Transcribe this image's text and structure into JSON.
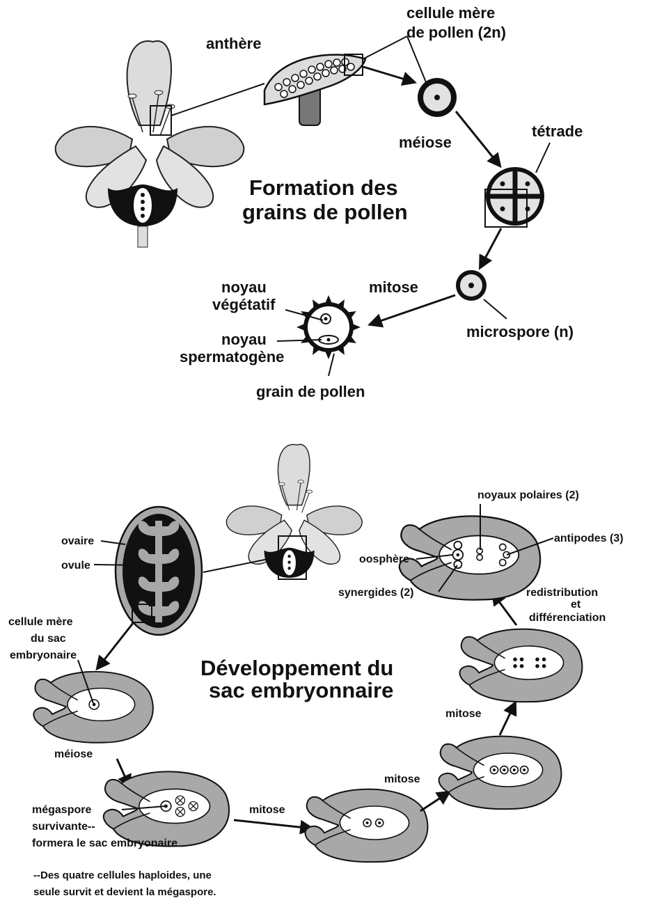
{
  "pollen": {
    "title_line1": "Formation des",
    "title_line2": "grains de pollen",
    "anthere": "anthère",
    "cellule_mere_line1": "cellule mère",
    "cellule_mere_line2": "de pollen (2n)",
    "meiose": "méiose",
    "tetrade": "tétrade",
    "mitose": "mitose",
    "microspore": "microspore (n)",
    "noyau_vegetatif_line1": "noyau",
    "noyau_vegetatif_line2": "végétatif",
    "noyau_spermatogene_line1": "noyau",
    "noyau_spermatogene_line2": "spermatogène",
    "grain_de_pollen": "grain de pollen"
  },
  "sac": {
    "title_line1": "Développement du",
    "title_line2": "sac embryonnaire",
    "ovaire": "ovaire",
    "ovule": "ovule",
    "cellule_mere_line1": "cellule mère",
    "cellule_mere_line2": "du sac",
    "cellule_mere_line3": "embryonaire",
    "meiose": "méiose",
    "megaspore_line1": "mégaspore",
    "megaspore_line2": "survivante--",
    "megaspore_line3": "formera le sac embryonaire",
    "mitose1": "mitose",
    "mitose2": "mitose",
    "mitose3": "mitose",
    "redistribution_line1": "redistribution",
    "redistribution_line2": "et",
    "redistribution_line3": "différenciation",
    "noyaux_polaires": "noyaux polaires (2)",
    "antipodes": "antipodes (3)",
    "oosphere": "oosphère",
    "synergides": "synergides (2)",
    "footnote_line1": "--Des quatre cellules haploides, une",
    "footnote_line2": "seule survit et devient la mégaspore."
  },
  "colors": {
    "ink": "#111111",
    "gray_fill": "#a8a8a8",
    "light_fill": "#e2e2e2",
    "background": "#ffffff"
  }
}
